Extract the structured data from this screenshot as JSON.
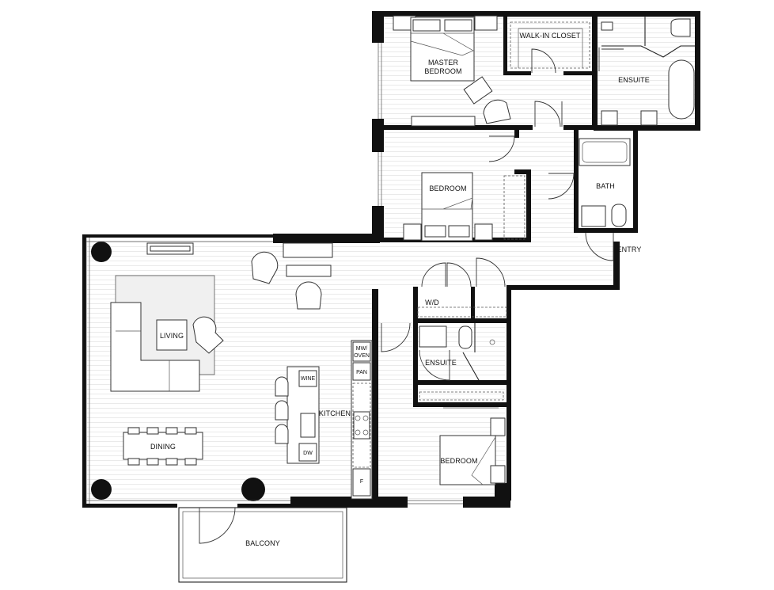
{
  "rooms": {
    "master_bedroom": [
      "MASTER",
      "BEDROOM"
    ],
    "walk_in_closet": "WALK-IN CLOSET",
    "ensuite_master": "ENSUITE",
    "bedroom_2": "BEDROOM",
    "bath": "BATH",
    "entry": "ENTRY",
    "living": "LIVING",
    "dining": "DINING",
    "kitchen": "KITCHEN",
    "wd": "W/D",
    "ensuite_2": "ENSUITE",
    "bedroom_3": "BEDROOM",
    "balcony": "BALCONY"
  },
  "appliances": {
    "mw_oven": [
      "MW/",
      "OVEN"
    ],
    "pan": "PAN",
    "wine": "WINE",
    "dw": "DW",
    "fridge": "F"
  }
}
